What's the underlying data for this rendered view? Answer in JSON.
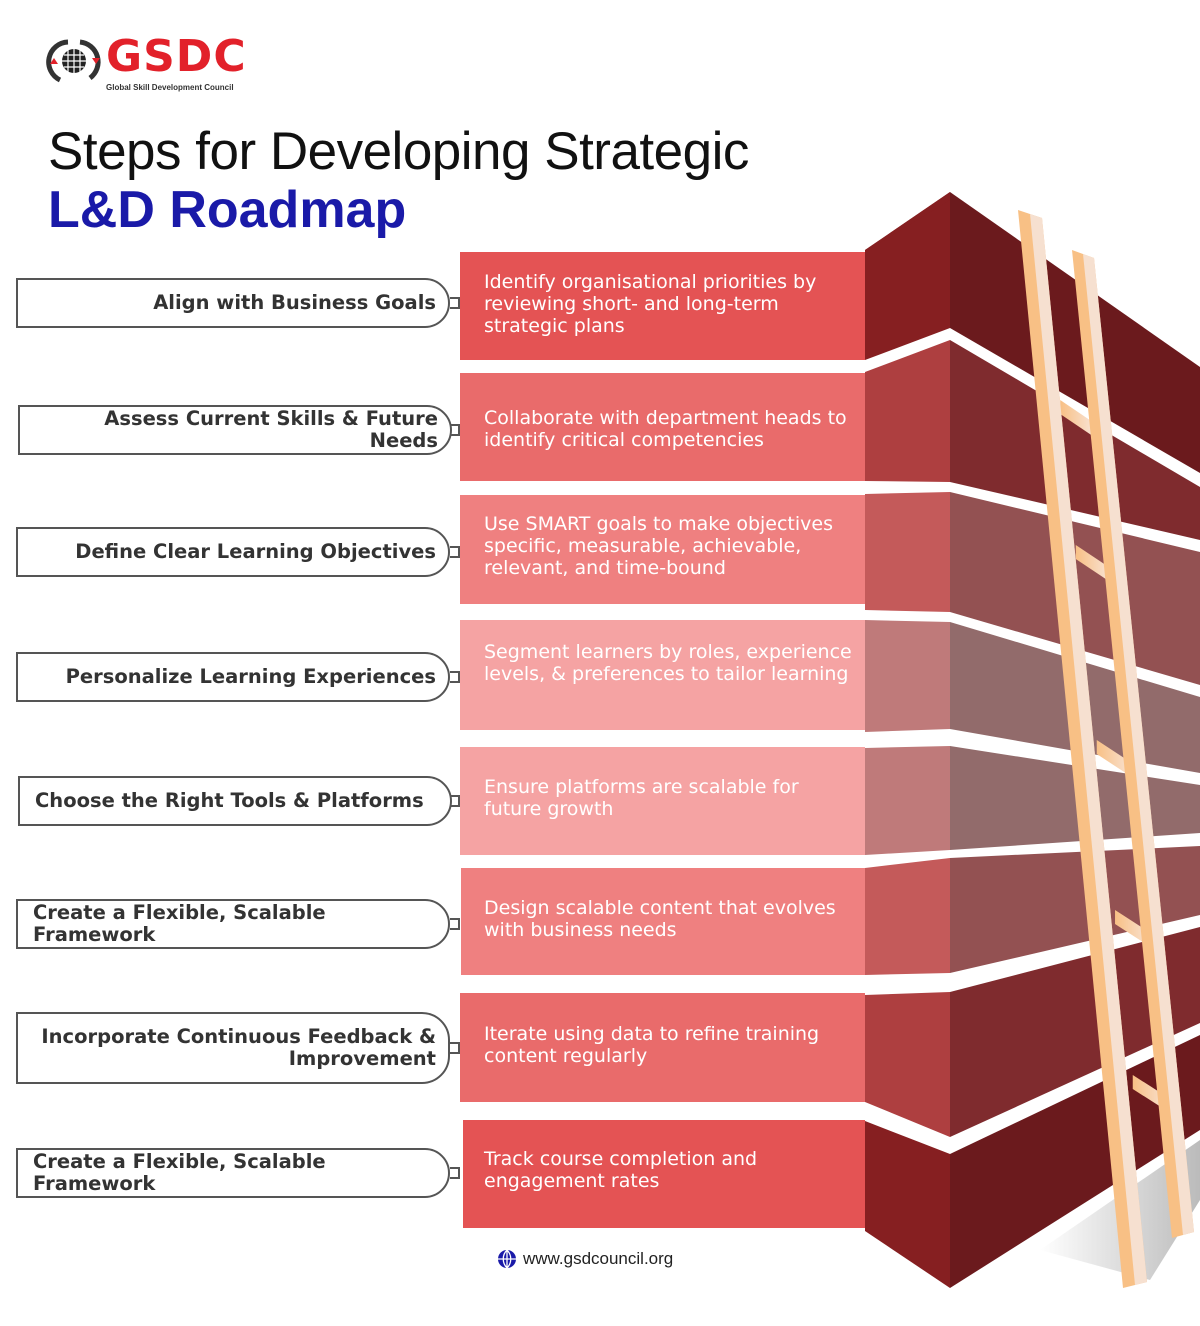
{
  "logo": {
    "text": "GSDC",
    "subtitle": "Global Skill Development Council"
  },
  "title": {
    "line1": "Steps for Developing Strategic",
    "line2": "L&D Roadmap"
  },
  "colors": {
    "brand_red": "#e2212a",
    "title_blue": "#1a1aa8",
    "ladder": "#f8c085"
  },
  "steps": [
    {
      "label": "Align with Business Goals",
      "description": "Identify organisational priorities by reviewing short- and long-term strategic plans",
      "front": "#e45354",
      "side": "#861f21",
      "back": "#6b1a1d"
    },
    {
      "label": "Assess Current Skills & Future Needs",
      "description": "Collaborate with department heads to identify critical competencies",
      "front": "#e96b6b",
      "side": "#ae3f40",
      "back": "#7f2b2e"
    },
    {
      "label": "Define Clear Learning Objectives",
      "description": "Use SMART goals to make objectives specific, measurable, achievable, relevant, and time-bound",
      "front": "#ef8080",
      "side": "#c45a5a",
      "back": "#935152"
    },
    {
      "label": "Personalize Learning Experiences",
      "description": "Segment learners by roles, experience levels, & preferences to tailor learning",
      "front": "#f5a3a3",
      "side": "#bf7a7a",
      "back": "#926b6b"
    },
    {
      "label": "Choose the Right Tools & Platforms",
      "description": "Ensure platforms are scalable for future growth",
      "front": "#f5a3a3",
      "side": "#bf7a7a",
      "back": "#926b6b"
    },
    {
      "label": "Create a Flexible, Scalable Framework",
      "description": "Design scalable content that evolves with business needs",
      "front": "#ef8080",
      "side": "#c45a5a",
      "back": "#935152"
    },
    {
      "label": "Incorporate Continuous Feedback & Improvement",
      "description": "Iterate using data to refine training content regularly",
      "front": "#e96b6b",
      "side": "#ae3f40",
      "back": "#7f2b2e"
    },
    {
      "label": "Create a Flexible, Scalable Framework",
      "description": "Track course completion and engagement rates",
      "front": "#e45354",
      "side": "#861f21",
      "back": "#6b1a1d"
    }
  ],
  "footer": {
    "url": "www.gsdcouncil.org"
  }
}
